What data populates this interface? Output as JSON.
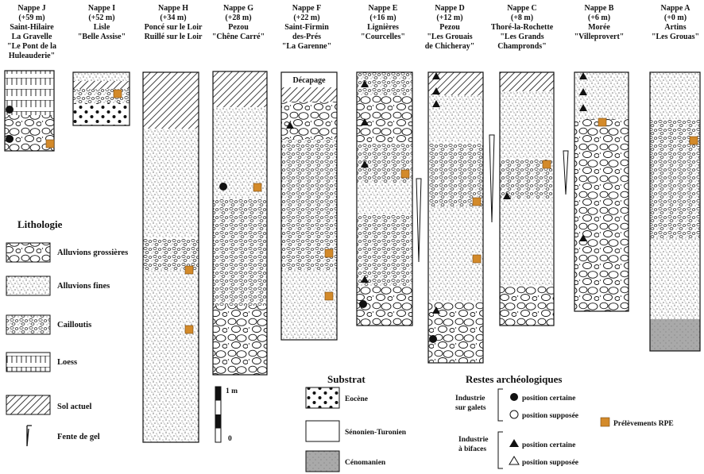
{
  "columns": [
    {
      "id": "J",
      "header": [
        "Nappe J",
        "(+59 m)",
        "Saint-Hilaire",
        "La Gravelle",
        "\"Le Pont de la",
        "Huleauderie\""
      ]
    },
    {
      "id": "I",
      "header": [
        "Nappe I",
        "(+52 m)",
        "Lisle",
        "\"Belle Assise\""
      ]
    },
    {
      "id": "H",
      "header": [
        "Nappe H",
        "(+34 m)",
        "Poncé sur le Loir",
        "Ruillé sur le Loir"
      ]
    },
    {
      "id": "G",
      "header": [
        "Nappe G",
        "(+28 m)",
        "Pezou",
        "\"Chêne Carré\""
      ]
    },
    {
      "id": "F",
      "header": [
        "Nappe F",
        "(+22 m)",
        "Saint-Firmin",
        "des-Prés",
        "\"La Garenne\""
      ],
      "top_label": "Décapage"
    },
    {
      "id": "E",
      "header": [
        "Nappe E",
        "(+16 m)",
        "Lignières",
        "\"Courcelles\""
      ]
    },
    {
      "id": "D",
      "header": [
        "Nappe D",
        "(+12 m)",
        "Pezou",
        "\"Les Grouais",
        "de Chicheray\""
      ]
    },
    {
      "id": "C",
      "header": [
        "Nappe C",
        "(+8 m)",
        "Thoré-la-Rochette",
        "\"Les Grands",
        "Champronds\""
      ]
    },
    {
      "id": "B",
      "header": [
        "Nappe B",
        "(+6 m)",
        "Morée",
        "\"Villeprovert\""
      ]
    },
    {
      "id": "A",
      "header": [
        "Nappe A",
        "(+0 m)",
        "Artins",
        "\"Les Grouas\""
      ]
    }
  ],
  "lithology": {
    "title": "Lithologie",
    "items": [
      {
        "key": "coarse",
        "label": "Alluvions grossières"
      },
      {
        "key": "fine",
        "label": "Alluvions fines"
      },
      {
        "key": "gravel",
        "label": "Cailloutis"
      },
      {
        "key": "loess",
        "label": "Loess"
      },
      {
        "key": "soil",
        "label": "Sol actuel"
      },
      {
        "key": "frost",
        "label": "Fente de gel"
      }
    ]
  },
  "scale": {
    "top": "1 m",
    "bottom": "0"
  },
  "substrate": {
    "title": "Substrat",
    "items": [
      {
        "key": "eocene",
        "label": "Eocène"
      },
      {
        "key": "senonien",
        "label": "Sénonien-Turonien"
      },
      {
        "key": "cenomanien",
        "label": "Cénomanien"
      }
    ]
  },
  "archaeology": {
    "title": "Restes archéologiques",
    "group1": {
      "label": [
        "Industrie",
        "sur galets"
      ],
      "certain": "position certaine",
      "supposed": "position supposée"
    },
    "group2": {
      "label": [
        "Industrie",
        "à bifaces"
      ],
      "certain": "position certaine",
      "supposed": "position supposée"
    }
  },
  "rpe_label": "Prélèvements RPE",
  "colors": {
    "rpe": "#d38a2a",
    "cenomanien": "#a9a9a9",
    "ink": "#111111"
  }
}
